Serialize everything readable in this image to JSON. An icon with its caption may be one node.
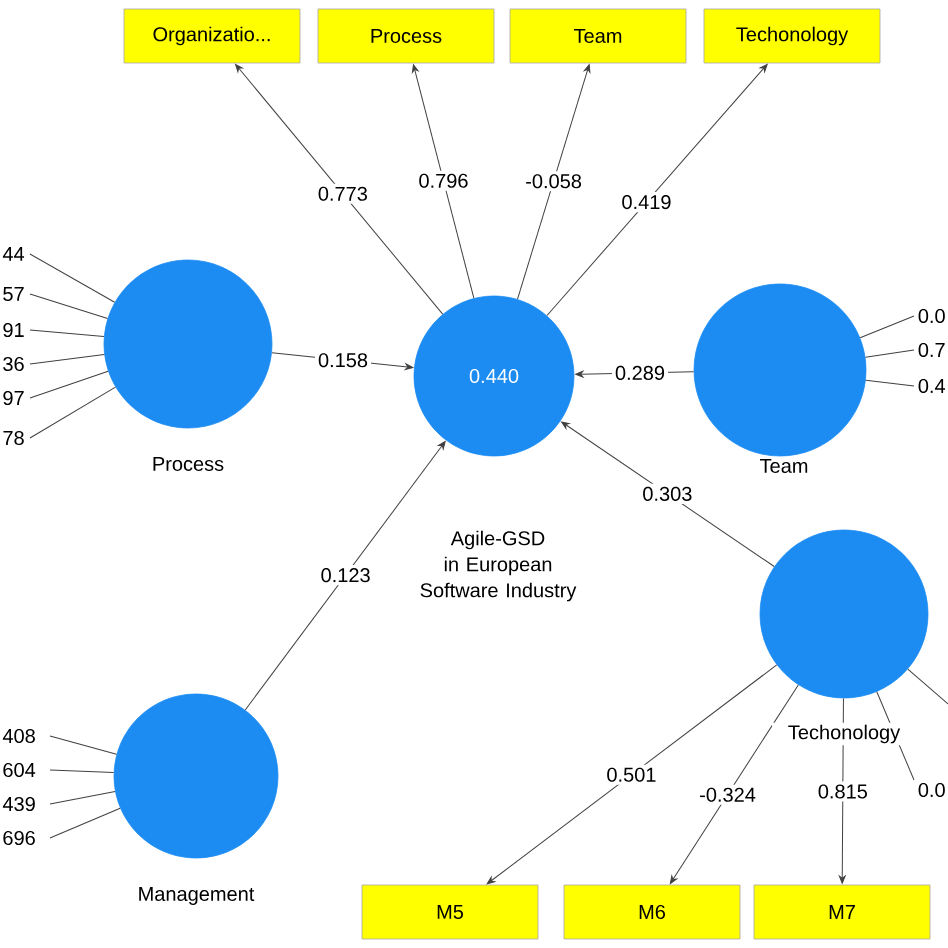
{
  "diagram": {
    "nodes": [
      {
        "text": [
          "Organizatio..."
        ]
      },
      {
        "text": [
          "Process"
        ]
      },
      {
        "text": [
          "Team"
        ]
      },
      {
        "text": [
          "Techonology"
        ]
      },
      {
        "text": [],
        "shape": "circle",
        "beside": [
          "Process"
        ]
      },
      {
        "text": [
          "0.440"
        ],
        "beside": [
          "Agile-GSD in European Software Industry"
        ]
      },
      {
        "text": [],
        "shape": "circle",
        "beside": [
          "Team"
        ]
      },
      {
        "text": [],
        "shape": "circle",
        "beside": [
          "Management"
        ]
      },
      {
        "text": [],
        "shape": "circle",
        "beside": [
          "Techonology"
        ]
      },
      {
        "text": [
          "M5"
        ]
      },
      {
        "text": [
          "M6"
        ]
      },
      {
        "text": [
          "M7"
        ]
      }
    ],
    "edges": [
      {
        "from": 5,
        "to": 0,
        "arrow": "to",
        "label": "0.773"
      },
      {
        "from": 5,
        "to": 1,
        "arrow": "to",
        "label": "0.796"
      },
      {
        "from": 5,
        "to": 2,
        "arrow": "to",
        "label": "-0.058"
      },
      {
        "from": 5,
        "to": 3,
        "arrow": "to",
        "label": "0.419"
      },
      {
        "from": 4,
        "to": 5,
        "arrow": "to",
        "label": "0.158"
      },
      {
        "from": 6,
        "to": 5,
        "arrow": "to",
        "label": "0.289"
      },
      {
        "from": 7,
        "to": 5,
        "arrow": "to",
        "label": "0.123"
      },
      {
        "from": 8,
        "to": 5,
        "arrow": "to",
        "label": "0.303"
      },
      {
        "from": 8,
        "to": 9,
        "arrow": "to",
        "label": "0.501"
      },
      {
        "from": 8,
        "to": 10,
        "arrow": "to",
        "label": "-0.324"
      },
      {
        "from": 8,
        "to": 11,
        "arrow": "to",
        "label": "0.815"
      },
      {
        "from": 8,
        "to": null,
        "arrow": "none",
        "label": "0.0"
      },
      {
        "from": 8,
        "to": null,
        "arrow": "none"
      },
      {
        "from": null,
        "to": 4,
        "arrow": "none",
        "label": "44"
      },
      {
        "from": null,
        "to": 4,
        "arrow": "none",
        "label": "57"
      },
      {
        "from": null,
        "to": 4,
        "arrow": "none",
        "label": "91"
      },
      {
        "from": null,
        "to": 4,
        "arrow": "none",
        "label": "36"
      },
      {
        "from": null,
        "to": 4,
        "arrow": "none",
        "label": "97"
      },
      {
        "from": null,
        "to": 4,
        "arrow": "none",
        "label": "78"
      },
      {
        "from": null,
        "to": 6,
        "arrow": "none",
        "label": "0.0"
      },
      {
        "from": null,
        "to": 6,
        "arrow": "none",
        "label": "0.7"
      },
      {
        "from": null,
        "to": 6,
        "arrow": "none",
        "label": "0.4"
      },
      {
        "from": null,
        "to": 7,
        "arrow": "none",
        "label": "408"
      },
      {
        "from": null,
        "to": 7,
        "arrow": "none",
        "label": "604"
      },
      {
        "from": null,
        "to": 7,
        "arrow": "none",
        "label": "439"
      },
      {
        "from": null,
        "to": 7,
        "arrow": "none",
        "label": "696"
      }
    ]
  }
}
